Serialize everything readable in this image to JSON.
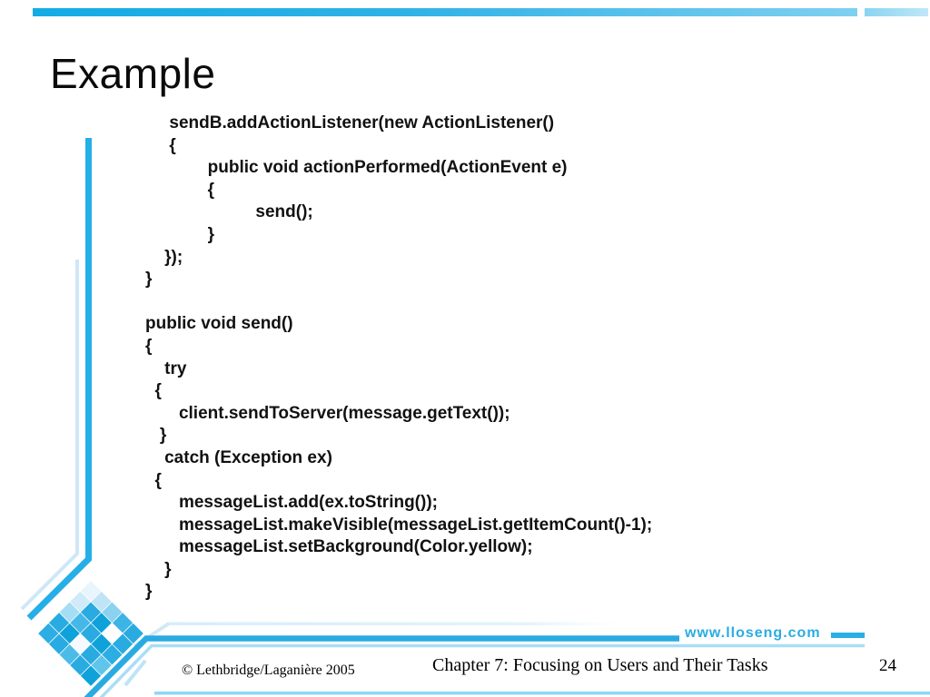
{
  "slide": {
    "title": "Example",
    "code": "     sendB.addActionListener(new ActionListener()\n     {\n             public void actionPerformed(ActionEvent e)\n             {\n                       send();\n             }\n    });\n}\n\npublic void send()\n{\n    try\n  {\n       client.sendToServer(message.getText());\n   }\n    catch (Exception ex)\n  {\n       messageList.add(ex.toString());\n       messageList.makeVisible(messageList.getItemCount()-1);\n       messageList.setBackground(Color.yellow);\n    }\n}",
    "website": "www.lloseng.com",
    "footer": {
      "copyright": "© Lethbridge/Laganière 2005",
      "chapter": "Chapter 7: Focusing on Users and Their Tasks",
      "page": "24"
    },
    "colors": {
      "accent": "#29abe2",
      "accent_dark": "#0fa2da",
      "accent_pale": "#cfe8f7"
    }
  }
}
